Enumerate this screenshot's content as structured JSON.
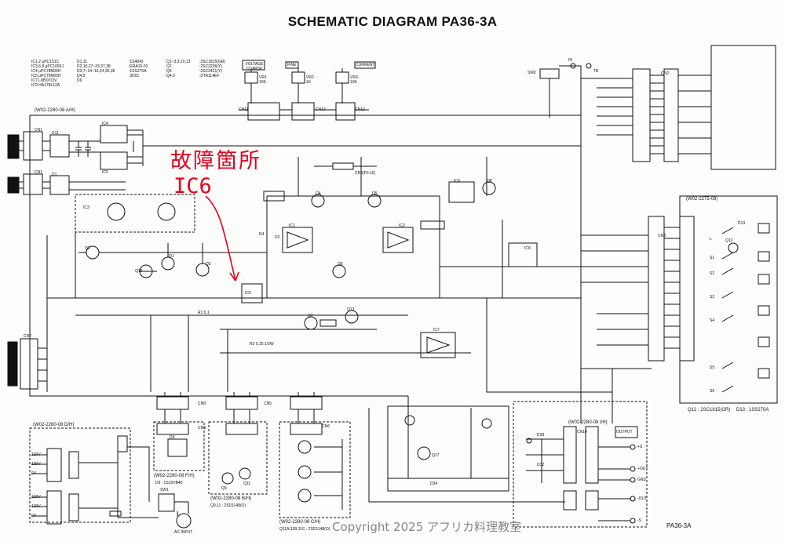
{
  "title": "SCHEMATIC DIAGRAM  PA36-3A",
  "annotation": {
    "line1": "故障箇所",
    "line2": "IC6",
    "color": "#e6001e"
  },
  "copyright": "Copyright 2025 アフリカ料理教室",
  "page_code": "PA36-3A",
  "parts_list": {
    "col1": [
      "IC1,2  μPC151C",
      "IC3,6,8  μPC1093J",
      "IC4  μPC78N05H",
      "IC5  μPC79N05H",
      "IC7  LM507CN",
      "IC9  HA178L12A"
    ],
    "col2": [
      "D1,11",
      "D2,10,27~33,37,38",
      "D3,7~14~16,24,35,36",
      "D4,5",
      "D6"
    ],
    "col3": [
      ":1S4842",
      ":ERA15-01",
      ":1SS270A",
      ":3D01"
    ],
    "col4": [
      "Q1~3,9,10,13",
      "Q7",
      "Q5",
      "Q4,6"
    ],
    "col5": [
      ":2SC1815(GR)",
      ":2SC2236(Y)",
      ":2SC2421(Y)",
      ":DTA114EF"
    ]
  },
  "boards": {
    "main": "(W02-2280-08 A/H)",
    "right_top": "(W02-2275-08)",
    "power": "(W02-2280-08 D/H)",
    "fh": "(W02-2280-08 F/H)",
    "bh": "(W02-2280-08 B/H)",
    "ch": "(W02-2280-08 C/H)",
    "ih": "(W02-2280-08 I/H)"
  },
  "controls": {
    "voltage_coarse": "VOLTAGE COARSE",
    "fine": "FINE",
    "current": "CURRENT",
    "vr_labels": [
      "VR1 10K",
      "VR2 1K",
      "VR3 10K"
    ],
    "output": "OUTPUT",
    "ac_input": "AC INPUT",
    "sw1": "SW1",
    "sw2": "SW2",
    "in_label": "IN",
    "tb_label": "TB"
  },
  "connectors": {
    "cn1": "CN1",
    "cn2": "CN2",
    "cn3": "CN3",
    "cn5": "CN5",
    "cn6": "CN6",
    "cn7": "CN7",
    "cn8": "CN8",
    "cn9": "CN9",
    "cn11": "CN11",
    "cn12": "CN12",
    "cn13": "CN13",
    "cn14": "CN14"
  },
  "components": {
    "ic1": "IC1",
    "ic2": "IC2",
    "ic3": "IC3",
    "ic4": "IC4",
    "ic5": "IC5",
    "ic6": "IC6",
    "ic7": "IC7",
    "ic8": "IC8",
    "ic9": "IC9",
    "q1": "Q1",
    "q2": "Q2",
    "q3": "Q3",
    "q4": "Q4",
    "q5": "Q5",
    "q6": "Q6",
    "q7": "Q7",
    "q8": "Q8",
    "q9": "Q9",
    "q10": "Q10",
    "q11": "Q11",
    "q12": "Q12",
    "q13": "Q13",
    "q17": "Q17",
    "d1": "D1",
    "d2": "D2",
    "d4": "D4",
    "d9": "D9",
    "d11": "D11",
    "d13": "D13",
    "d28": "D28",
    "d32": "D32",
    "d34": "D34",
    "fuse": "CR6(F0.16)",
    "r_main": "R1 0.1",
    "r_sense": "R3 0.25 1/2W"
  },
  "voltages": [
    "120V",
    "100V",
    "0V",
    "120V",
    "100V",
    "0V"
  ],
  "output_terms": [
    "+S",
    "+OUT",
    "GND",
    "-OUT",
    "-S"
  ],
  "right_notes": [
    "Q12 : 2SC1815(GR)",
    "D13 : 1SS270A"
  ],
  "sub_notes": {
    "q9q11": "Q9,11 : 2SD1148(O)",
    "q11abc": "Q11A,11B,11C : 2SD1148(O)",
    "d9": "D9 : 1S10VB40"
  },
  "right_labels": [
    "L",
    "S1",
    "S2",
    "S3",
    "S4",
    "S5",
    "S6"
  ]
}
